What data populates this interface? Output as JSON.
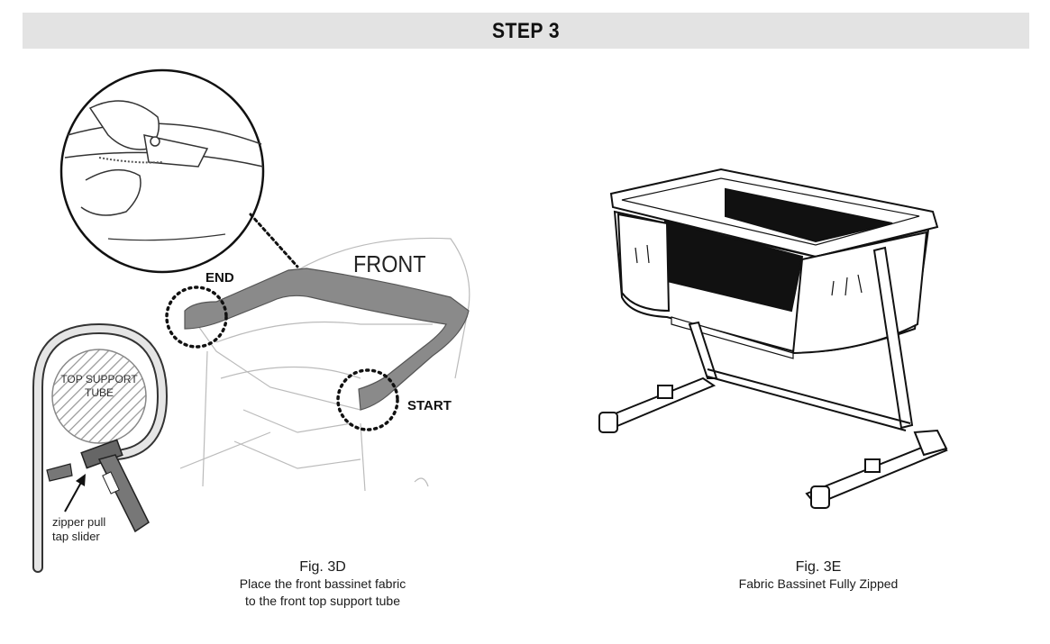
{
  "header": {
    "title": "STEP 3"
  },
  "figure_3d": {
    "label_front": "FRONT",
    "label_end": "END",
    "label_start": "START",
    "label_tube_line1": "TOP SUPPORT",
    "label_tube_line2": "TUBE",
    "label_pull_line1": "zipper pull",
    "label_pull_line2": "tap slider",
    "caption_number": "Fig. 3D",
    "caption_line1": "Place the front bassinet fabric",
    "caption_line2": "to the front top support tube"
  },
  "figure_3e": {
    "caption_number": "Fig. 3E",
    "caption_line1": "Fabric Bassinet Fully Zipped"
  }
}
